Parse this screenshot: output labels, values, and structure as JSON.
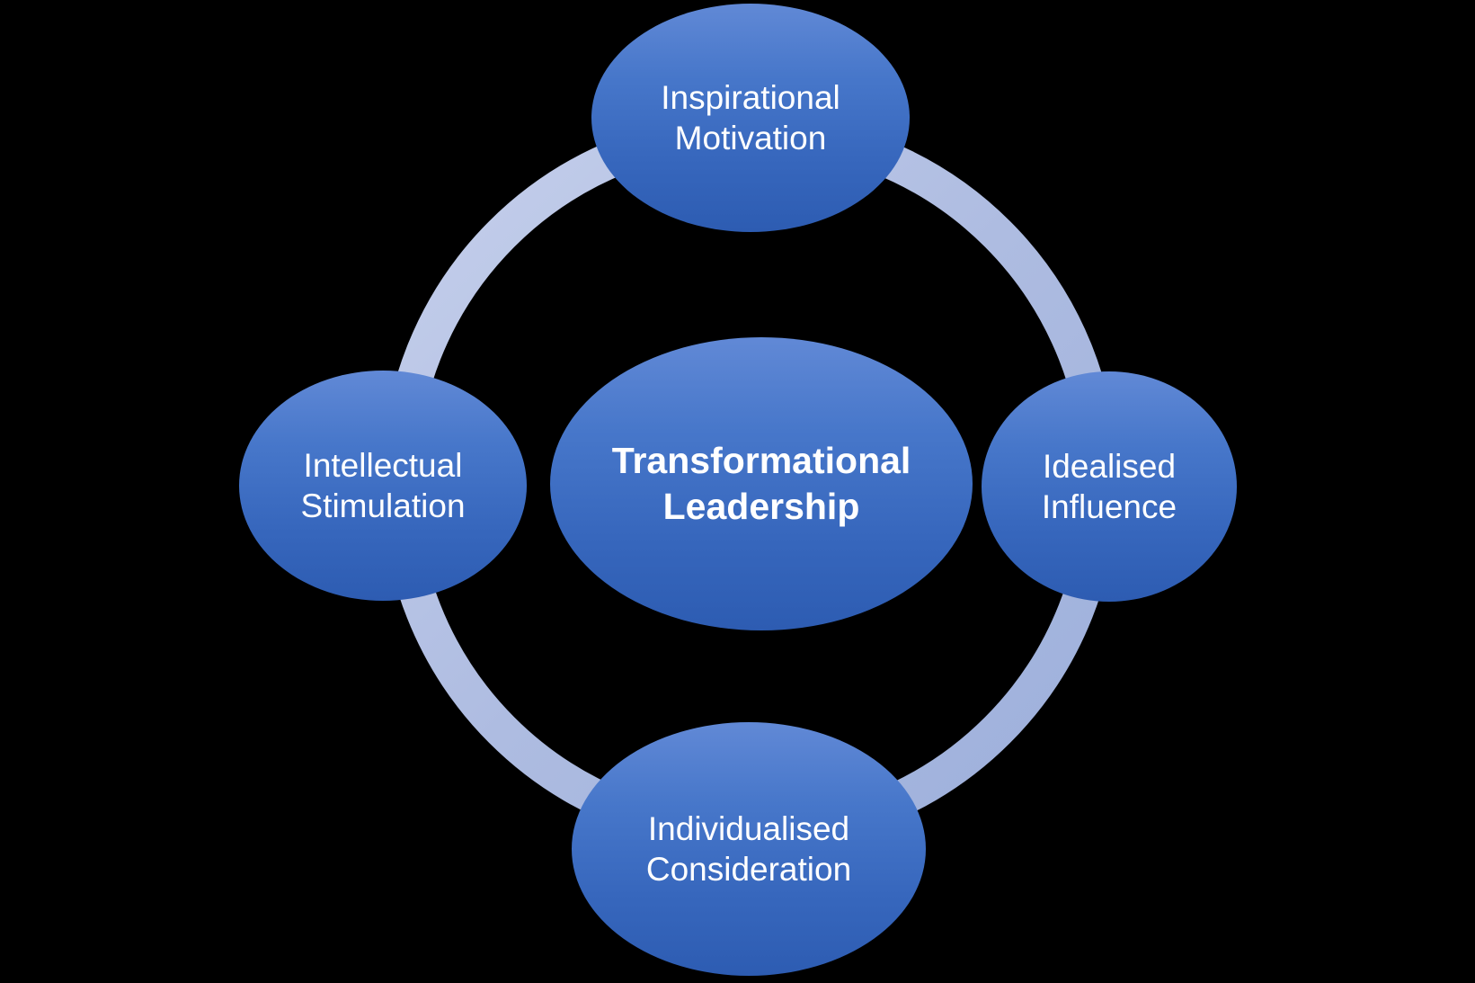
{
  "diagram": {
    "title": "Transformational Leadership",
    "background_color": "#000000",
    "ring_color": "#aebce1",
    "ring_color_light": "#c6d0ec",
    "ring_color_dark": "#9cafdb",
    "node_fill_top_color": "#6189d6",
    "node_fill_bottom_color": "#2d5cb2",
    "text_color": "#ffffff",
    "nodes": {
      "center": {
        "line1": "Transformational",
        "line2": "Leadership"
      },
      "top": {
        "line1": "Inspirational",
        "line2": "Motivation"
      },
      "right": {
        "line1": "Idealised",
        "line2": "Influence"
      },
      "bottom": {
        "line1": "Individualised",
        "line2": "Consideration"
      },
      "left": {
        "line1": "Intellectual",
        "line2": "Stimulation"
      }
    }
  }
}
